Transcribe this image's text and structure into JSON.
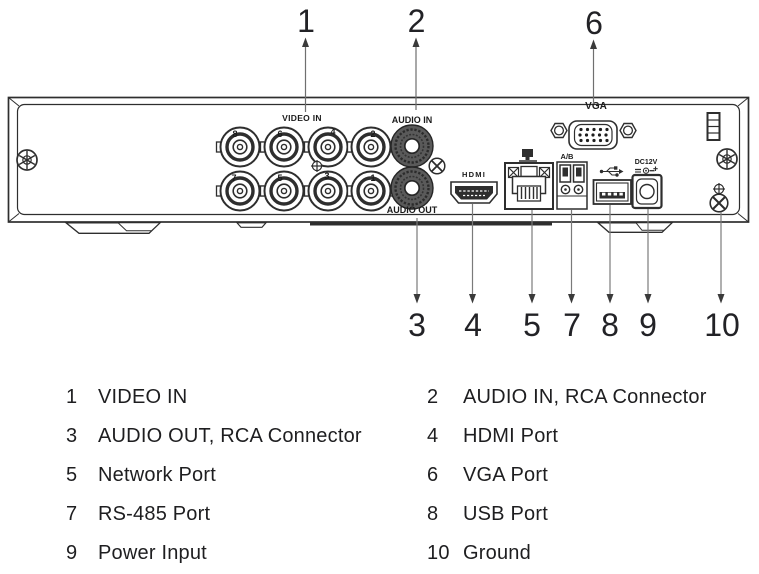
{
  "diagram": {
    "panel_labels": {
      "video_in": "VIDEO IN",
      "audio_in": "AUDIO IN",
      "audio_out": "AUDIO OUT",
      "vga": "VGA",
      "rs485": "A/B",
      "power": "DC12V",
      "hdmi": "HDMI"
    },
    "bnc_numbers": [
      "8",
      "6",
      "4",
      "2",
      "7",
      "5",
      "3",
      "1"
    ],
    "callouts_top": [
      "1",
      "2",
      "6"
    ],
    "callouts_bottom": [
      "3",
      "4",
      "5",
      "7",
      "8",
      "9",
      "10"
    ]
  },
  "legend": {
    "rows": [
      {
        "num": "1",
        "label": "VIDEO IN"
      },
      {
        "num": "2",
        "label": "AUDIO IN, RCA Connector"
      },
      {
        "num": "3",
        "label": "AUDIO OUT, RCA Connector"
      },
      {
        "num": "4",
        "label": "HDMI Port"
      },
      {
        "num": "5",
        "label": "Network Port"
      },
      {
        "num": "6",
        "label": "VGA Port"
      },
      {
        "num": "7",
        "label": "RS-485 Port"
      },
      {
        "num": "8",
        "label": "USB Port"
      },
      {
        "num": "9",
        "label": "Power Input"
      },
      {
        "num": "10",
        "label": "Ground"
      }
    ]
  },
  "colors": {
    "line": "#2e2e2e",
    "leader": "#7a7a7a",
    "text": "#1e1e20"
  }
}
